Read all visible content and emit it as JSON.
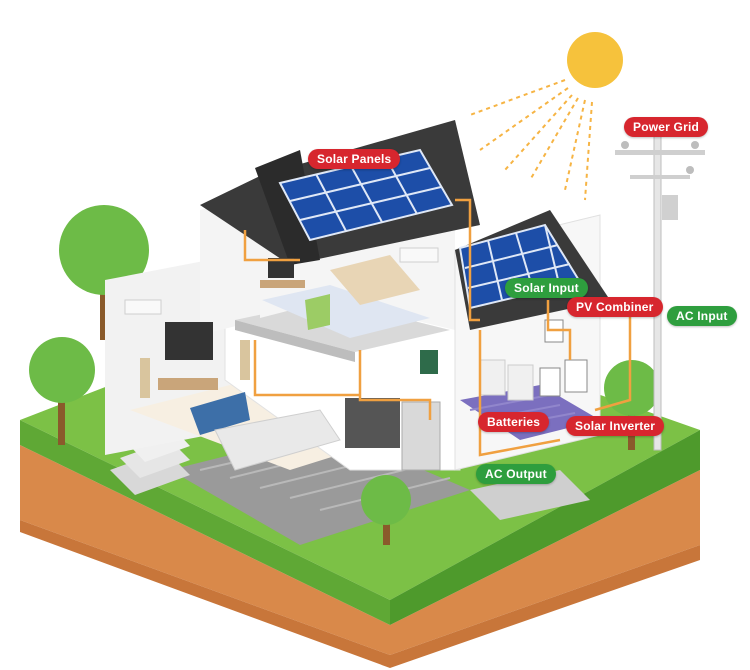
{
  "labels": {
    "solar_panels": "Solar Panels",
    "power_grid": "Power Grid",
    "solar_input": "Solar Input",
    "pv_combiner": "PV Combiner",
    "ac_input": "AC Input",
    "batteries": "Batteries",
    "solar_inverter": "Solar Inverter",
    "ac_output": "AC Output"
  },
  "colors": {
    "label_red": "#d7262e",
    "label_green": "#2e9e3e",
    "wire": "#f0a040",
    "sun": "#f6c23c",
    "grass": "#7cc146",
    "soil": "#d9894a",
    "roof": "#3a3a3a",
    "panel": "#1d4ea8"
  }
}
